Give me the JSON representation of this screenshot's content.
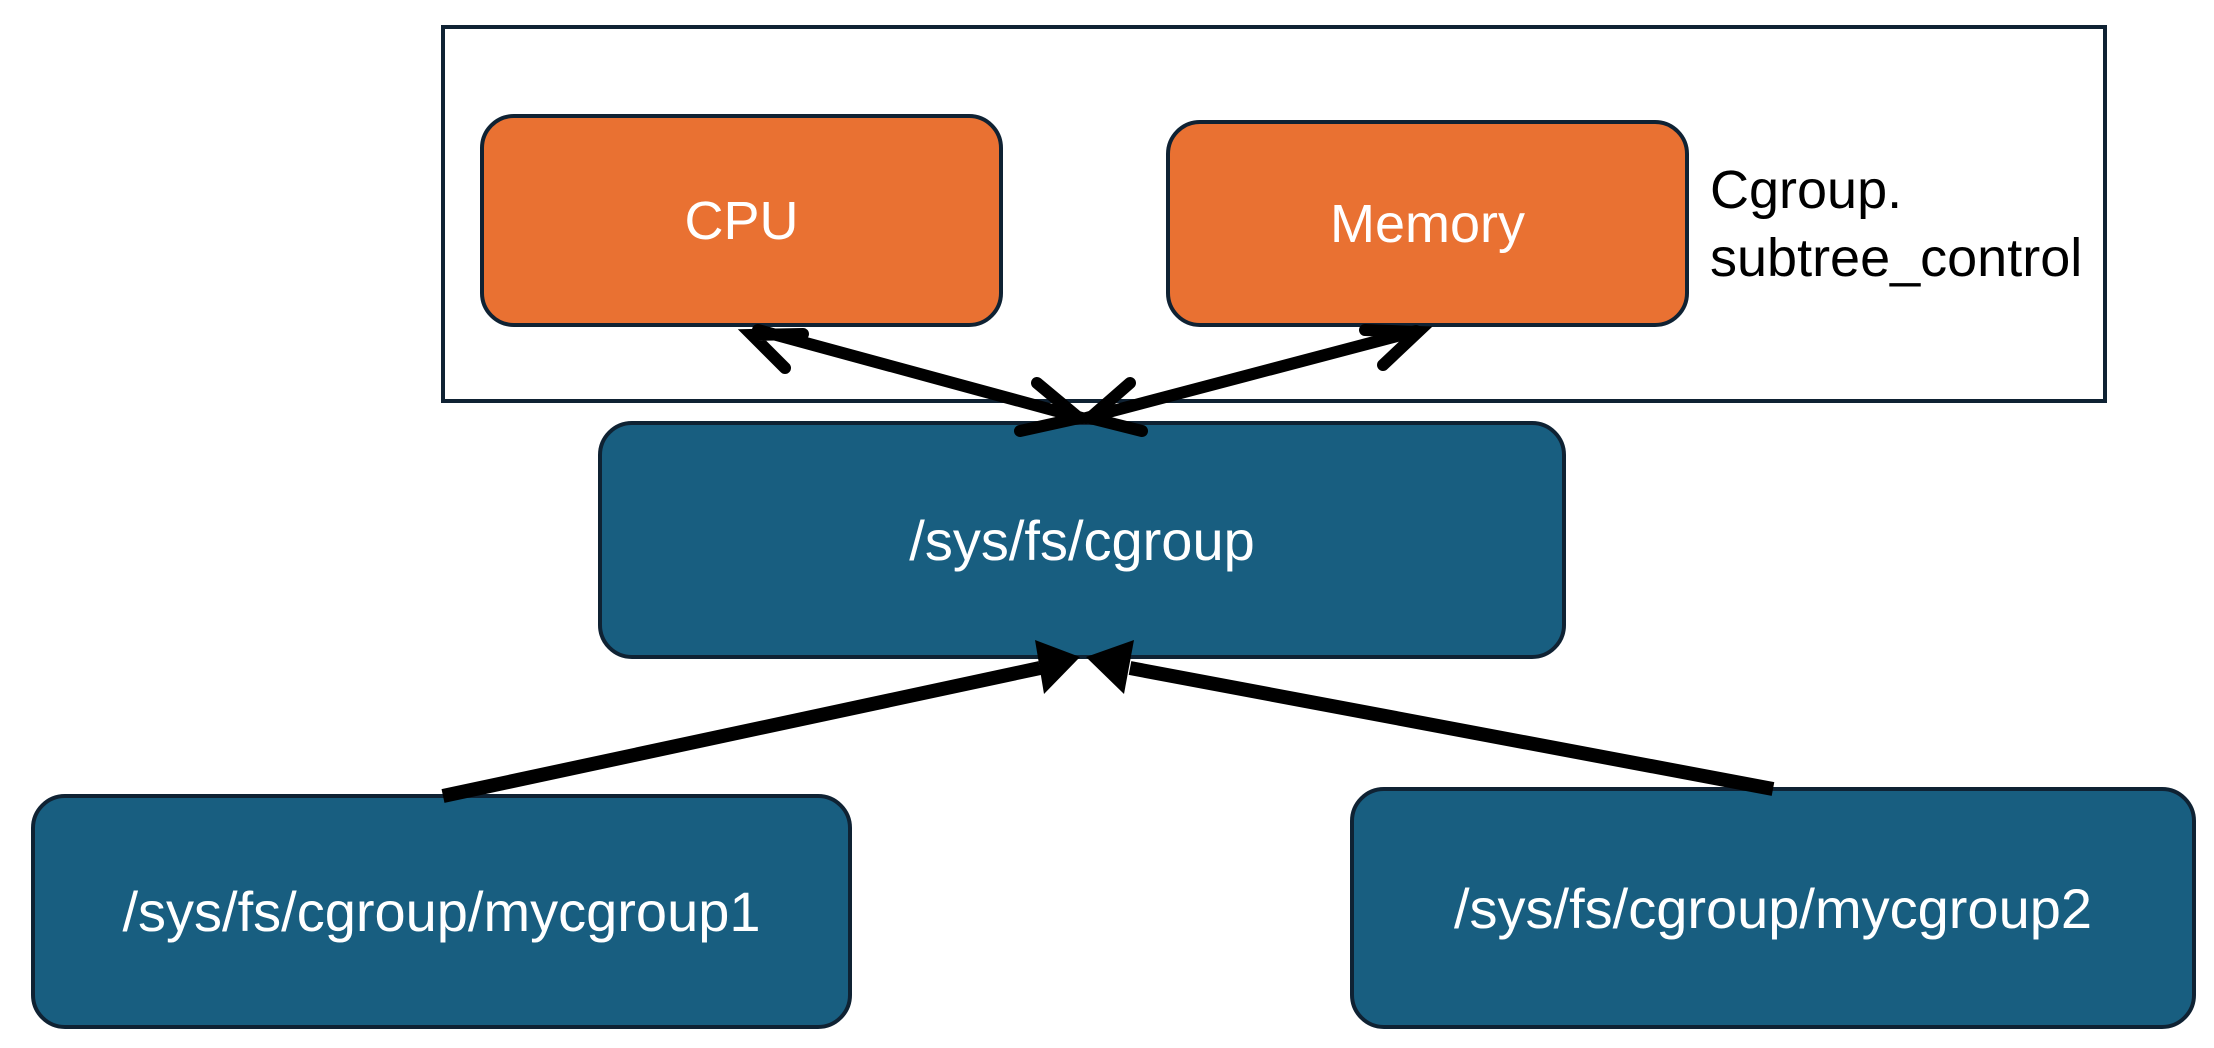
{
  "controllers_group": {
    "cpu": "CPU",
    "memory": "Memory",
    "label_line1": "Cgroup.",
    "label_line2": "subtree_control"
  },
  "root_cgroup": "/sys/fs/cgroup",
  "child_cgroups": [
    "/sys/fs/cgroup/mycgroup1",
    "/sys/fs/cgroup/mycgroup2"
  ],
  "colors": {
    "controller_fill": "#e97132",
    "cgroup_fill": "#185e80",
    "outline": "#0f2233",
    "arrow": "#000000"
  }
}
